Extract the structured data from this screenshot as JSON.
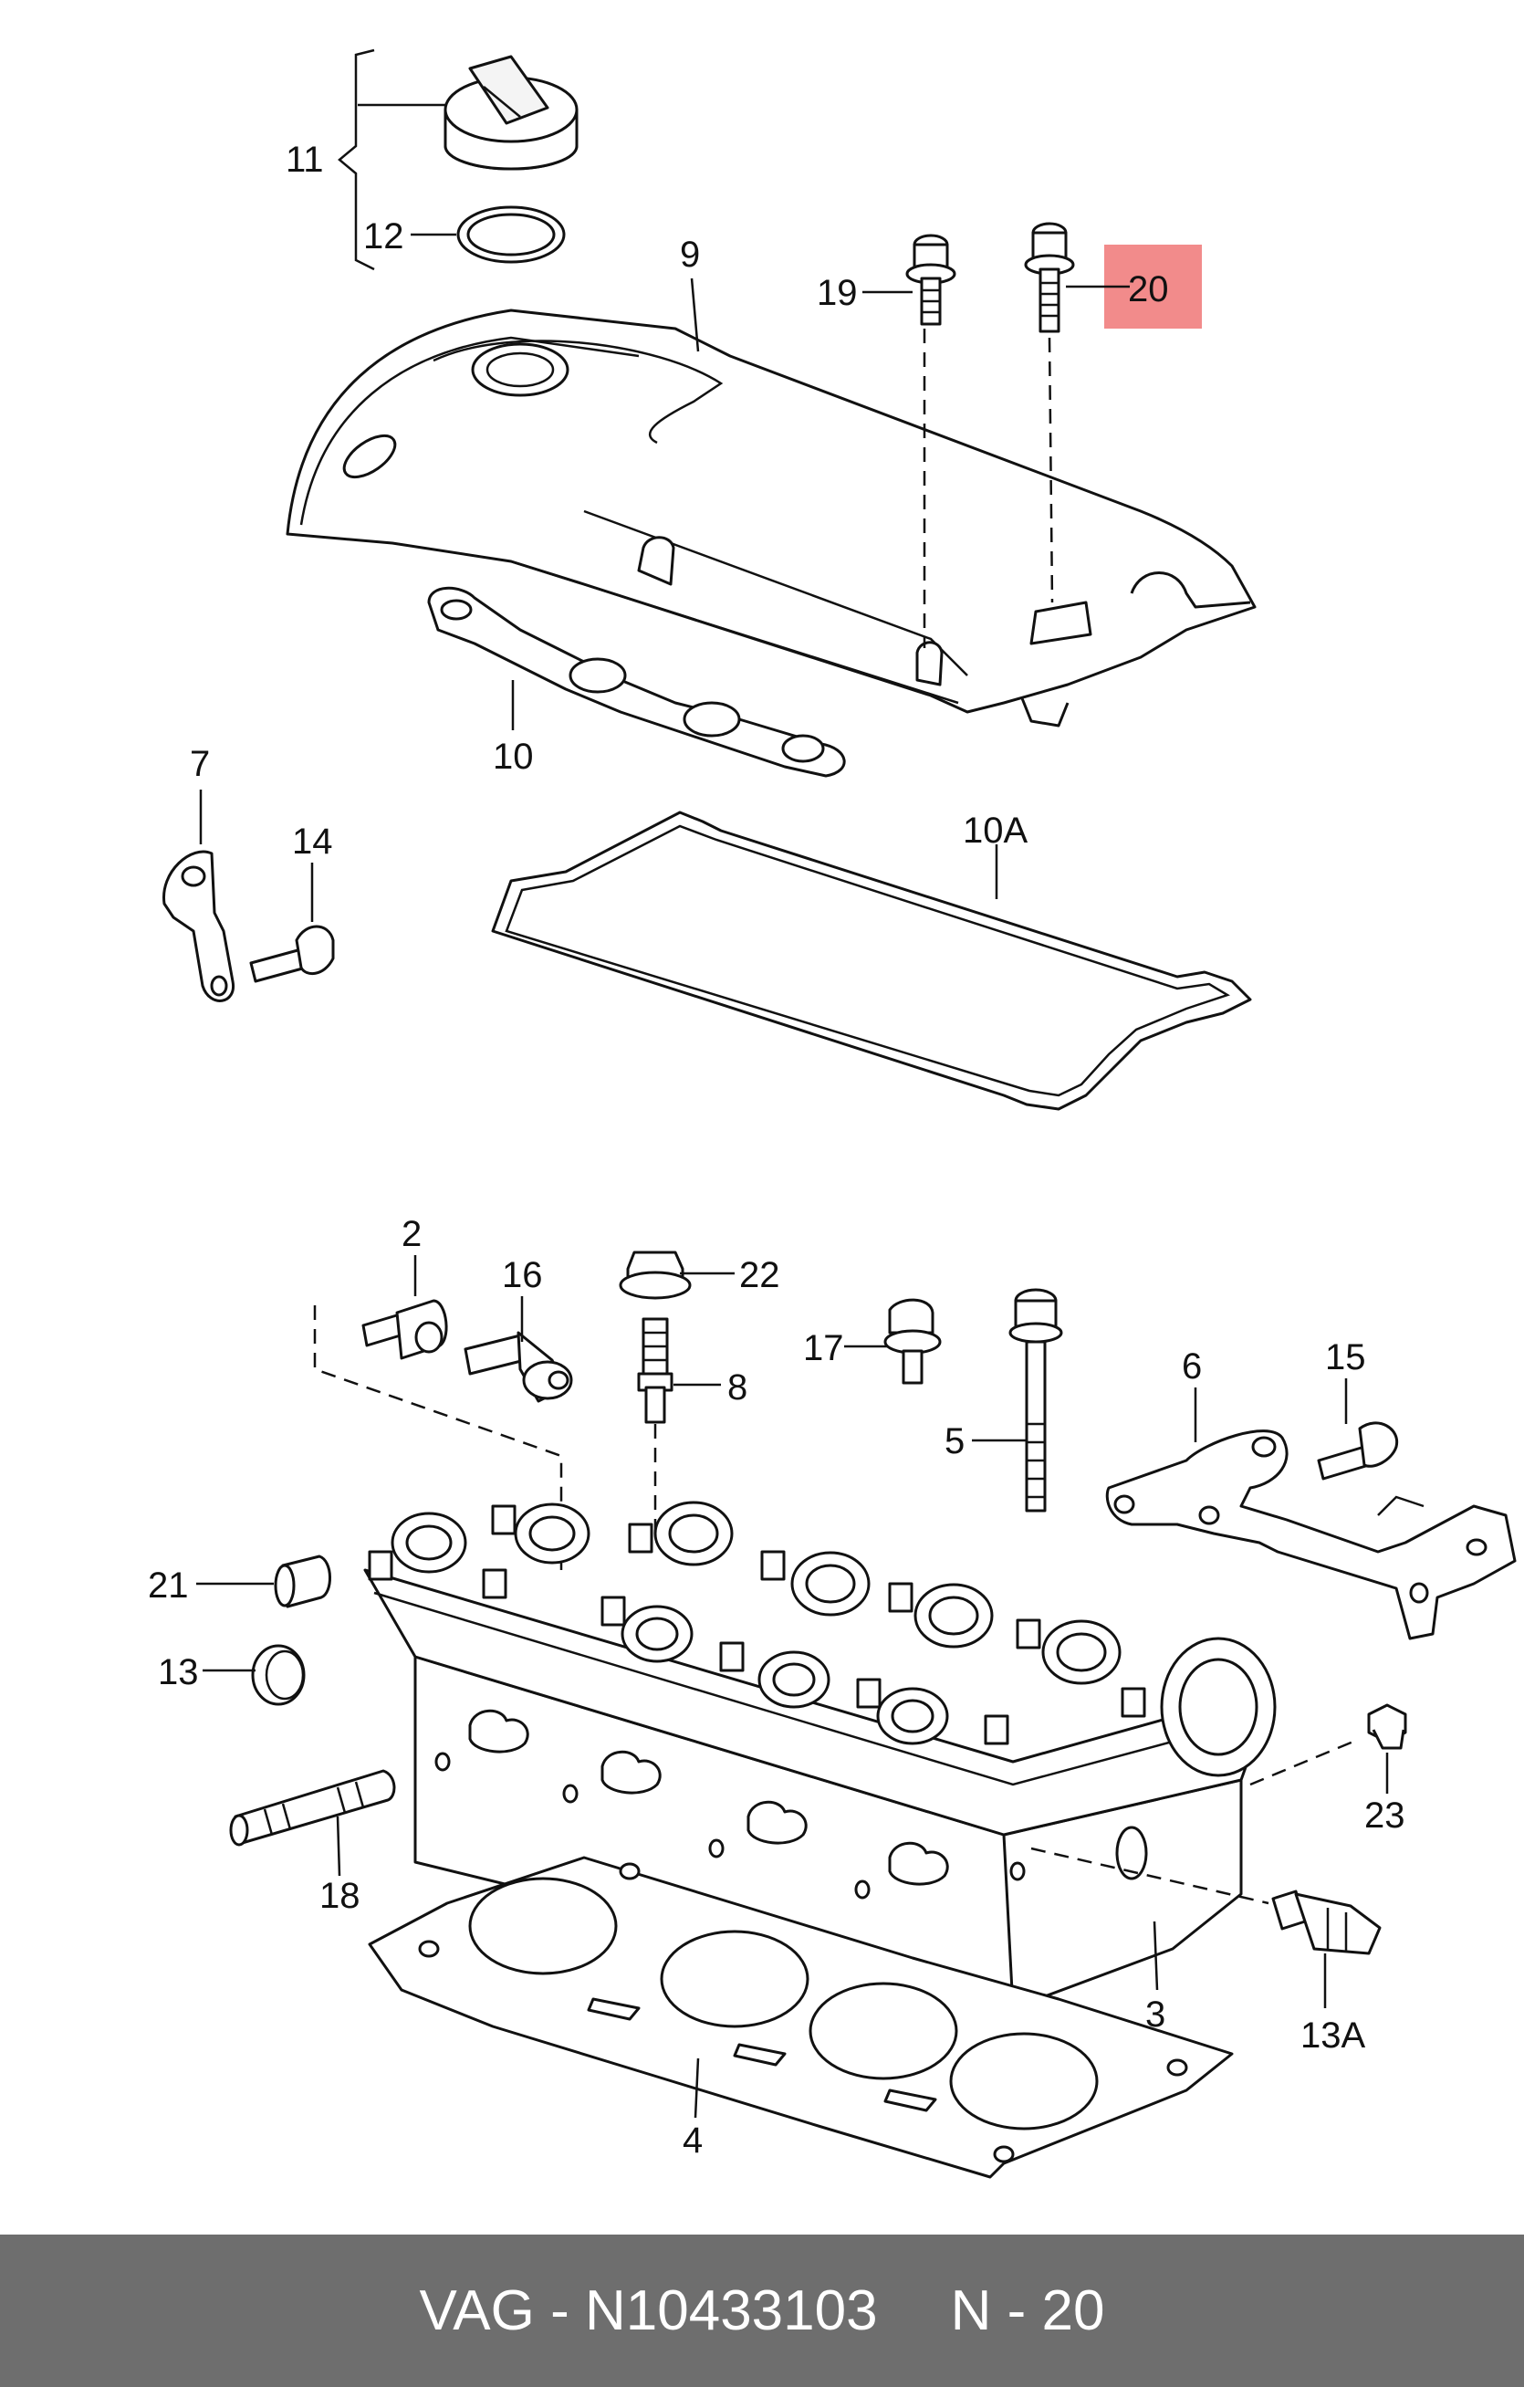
{
  "footer": {
    "part_text": "VAG - N10433103",
    "position_text": "N - 20"
  },
  "callouts": {
    "c11": "11",
    "c12": "12",
    "c9": "9",
    "c19": "19",
    "c20": "20",
    "c10": "10",
    "c7": "7",
    "c14": "14",
    "c10A": "10A",
    "c2": "2",
    "c16": "16",
    "c22": "22",
    "c17": "17",
    "c8": "8",
    "c6": "6",
    "c15": "15",
    "c5": "5",
    "c21": "21",
    "c13": "13",
    "c23": "23",
    "c18": "18",
    "c3": "3",
    "c13A": "13A",
    "c4": "4"
  },
  "highlight": {
    "target_callout": "20",
    "color": "#f28b8b"
  }
}
